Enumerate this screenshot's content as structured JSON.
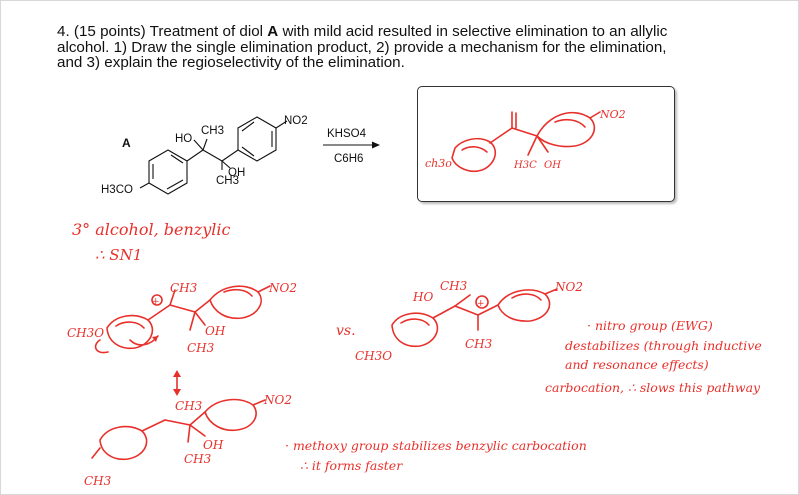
{
  "question": {
    "number": "4.",
    "points": "(15 points)",
    "text_part1": "Treatment of diol ",
    "diol_label": "A",
    "text_part2": " with mild acid resulted in selective elimination to an allylic\nalcohol. 1) Draw the single elimination product, 2) provide a mechanism for the elimination,\nand 3) explain the regioselectivity of the elimination."
  },
  "structure_A": {
    "label": "A",
    "groups": {
      "ho": "HO",
      "ch3_top": "CH3",
      "oh": "OH",
      "ch3_bottom": "CH3",
      "no2": "NO2",
      "h3co": "H3CO"
    }
  },
  "reaction": {
    "reagent": "KHSO4",
    "solvent": "C6H6"
  },
  "handwritten": {
    "box_ch3o": "ch3o",
    "box_no2": "NO2",
    "box_h3c": "H3C",
    "box_oh": "OH",
    "note_alcohol": "3° alcohol, benzylic",
    "note_sn1": "∴ SN1",
    "mech_ch3": "CH3",
    "mech_no2": "NO2",
    "mech_oh": "OH",
    "mech_ch3_low": "CH3",
    "mech_ch3o": "CH3O",
    "mech_plus": "+",
    "vs": "vs.",
    "alt_ho": "HO",
    "alt_ch3": "CH3",
    "alt_no2": "NO2",
    "alt_ch3o": "CH3O",
    "alt_ch3_low": "CH3",
    "res_ch3": "CH3",
    "res_no2": "NO2",
    "res_oh": "OH",
    "res_ch3_low": "CH3",
    "res_ch3_o": "CH3",
    "nitro_line1": "· nitro group (EWG)",
    "nitro_line2": "destabilizes (through inductive",
    "nitro_line3": "and resonance effects)",
    "nitro_line4": "carbocation, ∴ slows this pathway",
    "methoxy_line1": "· methoxy group stabilizes benzylic carbocation",
    "methoxy_line2": "∴ it forms faster"
  }
}
